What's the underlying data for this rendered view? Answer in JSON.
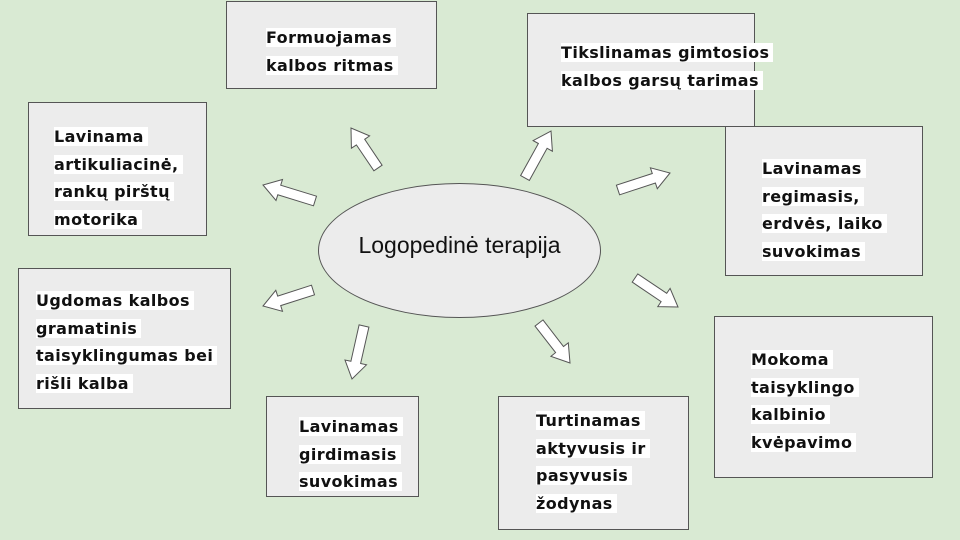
{
  "diagram": {
    "center": "Logopedinė terapija",
    "boxes": [
      {
        "id": "formuojamas",
        "lines": [
          "Formuojamas",
          "kalbos ritmas"
        ]
      },
      {
        "id": "tikslinamas",
        "lines": [
          "Tikslinamas gimtosios",
          "kalbos garsų tarimas"
        ]
      },
      {
        "id": "lavinama-artikuliacine",
        "lines": [
          "Lavinama",
          "artikuliacinė,",
          "rankų pirštų",
          "motorika"
        ]
      },
      {
        "id": "lavinamas-regimasis",
        "lines": [
          "Lavinamas",
          "regimasis,",
          "erdvės, laiko",
          "suvokimas"
        ]
      },
      {
        "id": "ugdomas",
        "lines": [
          "Ugdomas kalbos",
          "gramatinis",
          "taisyklingumas bei",
          "rišli kalba"
        ]
      },
      {
        "id": "mokoma",
        "lines": [
          "Mokoma",
          "taisyklingo",
          "kalbinio",
          "kvėpavimo"
        ]
      },
      {
        "id": "lavinamas-girdimasis",
        "lines": [
          "Lavinamas",
          "girdimasis",
          "suvokimas"
        ]
      },
      {
        "id": "turtinamas",
        "lines": [
          "Turtinamas",
          "aktyvusis ir",
          "pasyvusis",
          "žodynas"
        ]
      }
    ]
  },
  "colors": {
    "background": "#d9ead3",
    "box_fill": "#ececec",
    "border": "#555555",
    "arrow_fill": "#ffffff"
  }
}
